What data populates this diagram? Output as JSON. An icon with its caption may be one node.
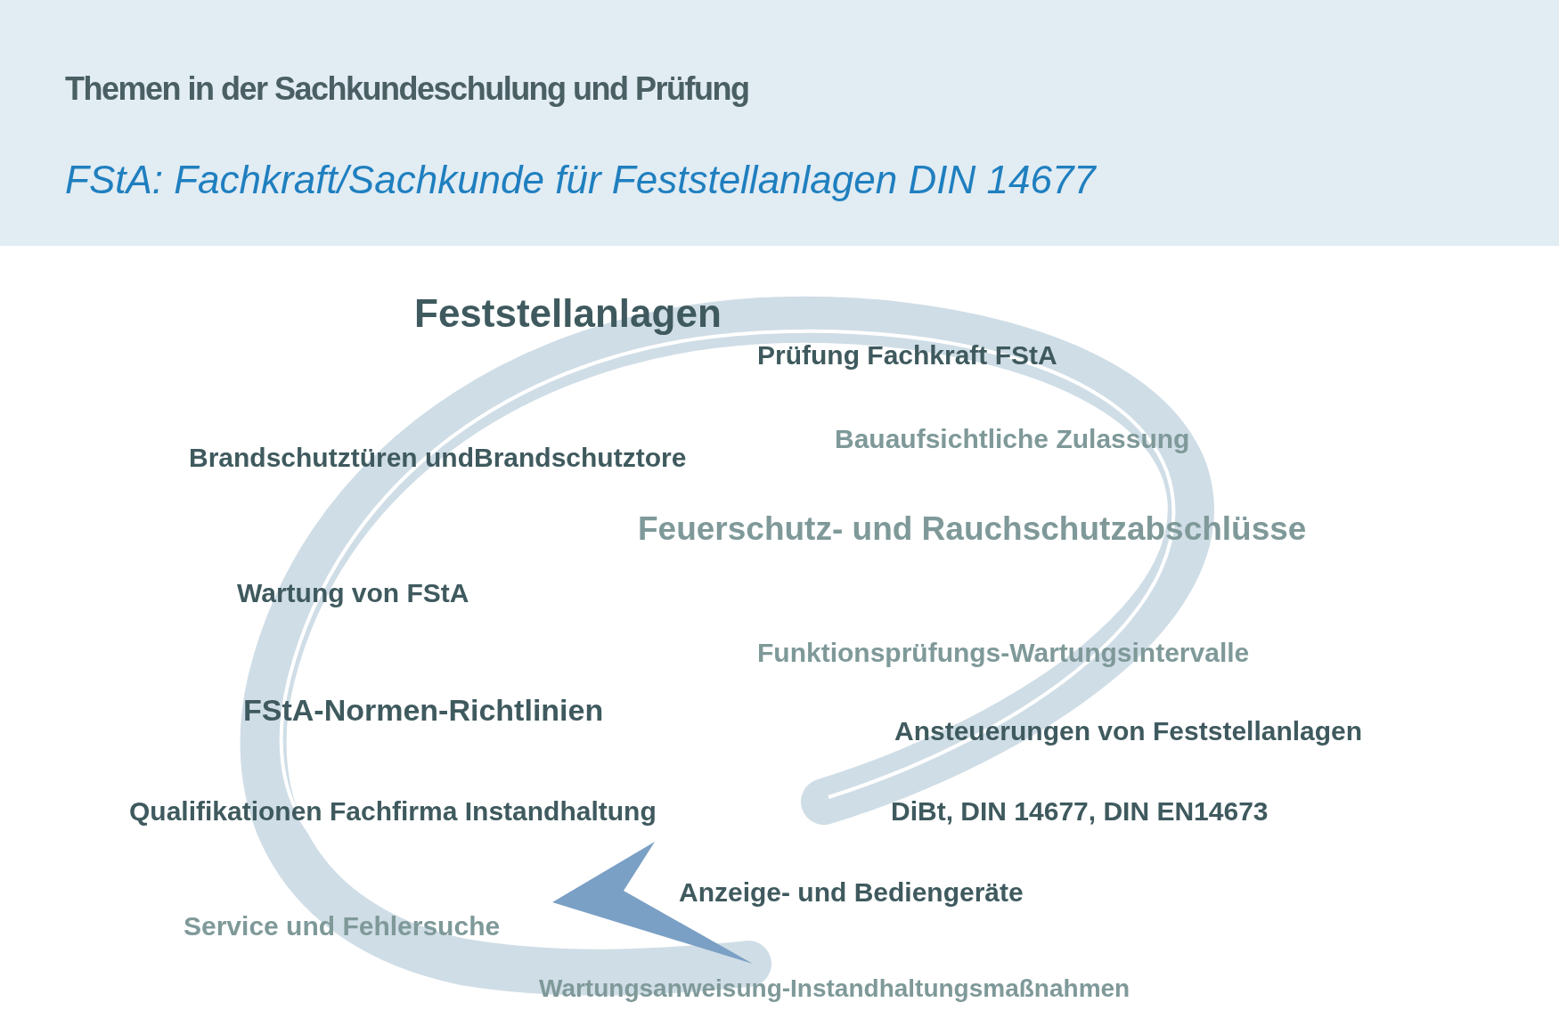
{
  "diagram": {
    "title": "Themen in der Sachkundeschulung und Prüfung",
    "labels": [
      "FStA: Fachkraft/Sachkunde für Feststellanlagen DIN 14677",
      "Feststellanlagen",
      "Prüfung Fachkraft FStA",
      "Brandschutztüren undBrandschutztore",
      "Bauaufsichtliche Zulassung",
      "Feuerschutz- und Rauchschutzabschlüsse",
      "Wartung von FStA",
      "Funktionsprüfungs-Wartungsintervalle",
      "FStA-Normen-Richtlinien",
      "Ansteuerungen von Feststellanlagen",
      "Qualifikationen Fachfirma Instandhaltung",
      "DiBt, DIN 14677, DIN EN14673",
      "Anzeige- und Bediengeräte",
      "Service und Fehlersuche",
      "Wartungsanweisung-Instandhaltungsmaßnahmen"
    ]
  }
}
